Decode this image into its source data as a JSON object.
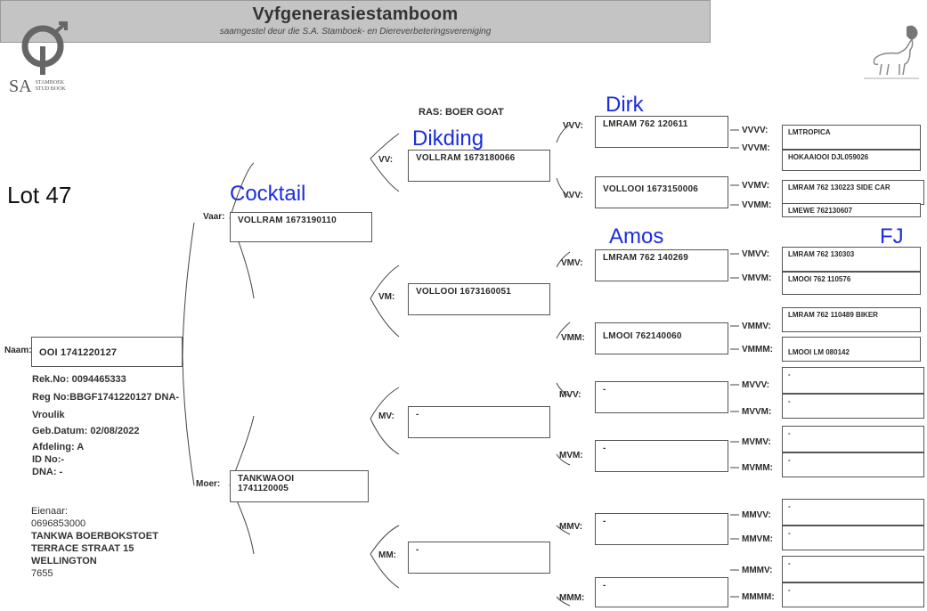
{
  "header": {
    "title": "Vyfgenerasiestamboom",
    "subtitle": "saamgestel deur die S.A. Stamboek- en Diereverbeteringsvereniging",
    "logo_text_sa": "SA",
    "logo_text_line1": "STAMBOEK",
    "logo_text_line2": "STUD BOOK"
  },
  "ras": "RAS: BOER GOAT",
  "lot": "Lot 47",
  "annotations": {
    "dirk": "Dirk",
    "dikding": "Dikding",
    "cocktail": "Cocktail",
    "amos": "Amos",
    "fj": "FJ"
  },
  "animal": {
    "label": "Naam:",
    "name": "OOI 1741220127",
    "rek_no": "Rek.No: 0094465333",
    "reg_no": "Reg No:BBGF1741220127 DNA-",
    "sex": "Vroulik",
    "geb_datum": "Geb.Datum: 02/08/2022",
    "afdeling": "Afdeling: A",
    "id_no": "ID No:-",
    "dna": "DNA: -"
  },
  "owner": {
    "label": "Eienaar:",
    "phone": "0696853000",
    "name": "TANKWA BOERBOKSTOET",
    "street": "TERRACE STRAAT 15",
    "town": "WELLINGTON",
    "postcode": "7655"
  },
  "labels": {
    "vaar": "Vaar:",
    "moer": "Moer:",
    "vv": "VV:",
    "vm": "VM:",
    "mv": "MV:",
    "mm": "MM:",
    "vvv": "VVV:",
    "vvm": "VVV:",
    "vmv": "VMV:",
    "vmm": "VMM:",
    "mvv": "MVV:",
    "mvm": "MVM:",
    "mmv": "MMV:",
    "mmm": "MMM:",
    "g4": [
      "VVVV:",
      "VVVM:",
      "VVMV:",
      "VVMM:",
      "VMVV:",
      "VMVM:",
      "VMMV:",
      "VMMM:",
      "MVVV:",
      "MVVM:",
      "MVMV:",
      "MVMM:",
      "MMVV:",
      "MMVM:",
      "MMMV:",
      "MMMM:"
    ]
  },
  "pedigree": {
    "vaar": "VOLLRAM 1673190110",
    "moer_line1": "TANKWAOOI",
    "moer_line2": "1741120005",
    "vv": "VOLLRAM 1673180066",
    "vm": "VOLLOOI 1673160051",
    "mv": "-",
    "mm": "-",
    "vvv": "LMRAM 762 120611",
    "vvm": "VOLLOOI 1673150006",
    "vmv": "LMRAM 762 140269",
    "vmm": "LMOOI 762140060",
    "mvv": "-",
    "mvm": "-",
    "mmv": "-",
    "mmm": "-",
    "g4": [
      "LMTROPICA",
      "HOKAAIOOI DJL059026",
      "LMRAM 762 130223 SIDE CAR",
      "LMEWE 762130607",
      "LMRAM 762 130303",
      "LMOOI 762 110576",
      "LMRAM 762 110489 BIKER",
      "LMOOI LM 080142",
      "-",
      "-",
      "-",
      "-",
      "-",
      "-",
      "-",
      "-"
    ]
  }
}
